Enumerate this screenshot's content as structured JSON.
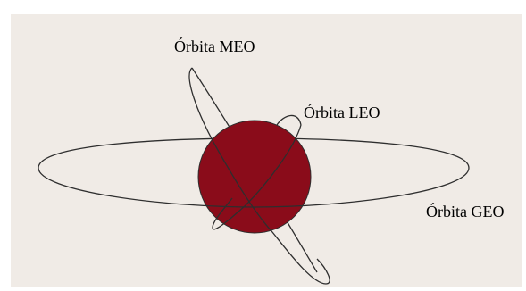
{
  "diagram": {
    "labels": {
      "meo": "Órbita MEO",
      "leo": "Órbita LEO",
      "geo": "Órbita GEO"
    },
    "colors": {
      "background": "#f0ebe6",
      "planet": "#8a0c1a",
      "orbit_stroke": "#2e2e2e",
      "text": "#000000"
    }
  }
}
